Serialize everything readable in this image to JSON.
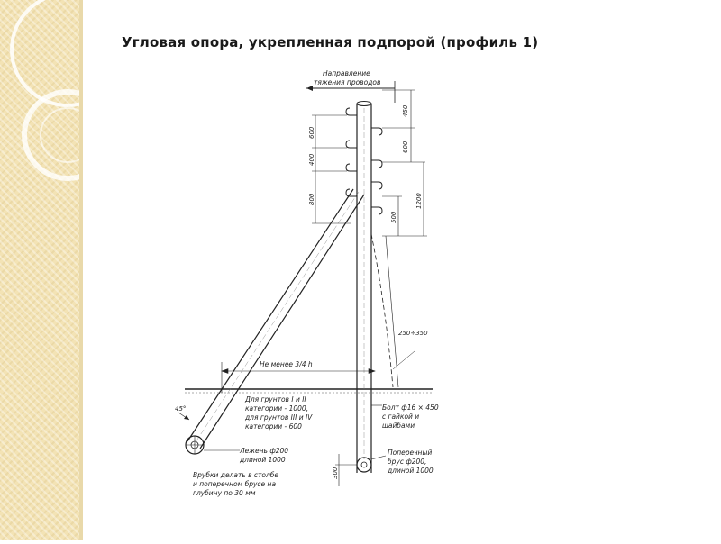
{
  "slide": {
    "title": "Угловая опора, укрепленная подпорой  (профиль 1)"
  },
  "diagram": {
    "direction_label_line1": "Направление",
    "direction_label_line2": "тяжения проводов",
    "dimensions_left": [
      "600",
      "400",
      "800"
    ],
    "dimensions_right": [
      "450",
      "600",
      "500",
      "1200"
    ],
    "dim_250_350": "250÷350",
    "not_less_label": "Не менее 3/4 h",
    "soil_note": [
      "Для грунтов I и II",
      "категории - 1000,",
      "для грунтов III и IV",
      "категории - 600"
    ],
    "bolt_note": [
      "Болт ф16 × 450",
      "с гайкой и",
      "шайбами"
    ],
    "bench_note": [
      "Лежень ф200",
      "длиной 1000"
    ],
    "crossbar_note": [
      "Поперечный",
      "брус ф200,",
      "длиной 1000"
    ],
    "cuts_note": [
      "Врубки делать в столбе",
      "и поперечном брусе на",
      "глубину по 30 мм"
    ],
    "dim_300": "300",
    "angle_label": "45°"
  },
  "colors": {
    "sidebar": "#f3e3b5",
    "ink": "#222222"
  }
}
